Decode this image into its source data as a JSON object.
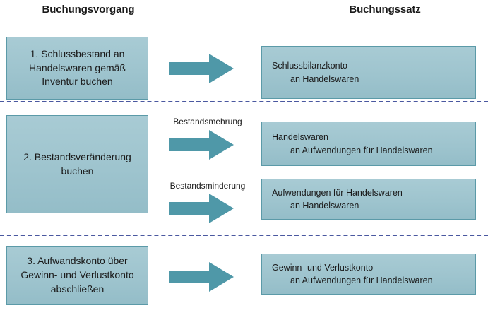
{
  "headers": {
    "left": "Buchungsvorgang",
    "right": "Buchungssatz"
  },
  "colors": {
    "box_fill": "#9ec4ce",
    "box_border": "#5b9aa8",
    "arrow_fill": "#4f98a8",
    "separator": "#4a58a0",
    "text": "#1a1a1a",
    "page_background": "#ffffff"
  },
  "rows": [
    {
      "id": "row-1",
      "process": {
        "lines": [
          "1. Schlussbestand an",
          "Handelswaren gemäß",
          "Inventur buchen"
        ]
      },
      "flows": [
        {
          "label": "",
          "entry": {
            "lines": [
              "Schlussbilanzkonto",
              "an Handelswaren"
            ]
          }
        }
      ]
    },
    {
      "id": "row-2",
      "process": {
        "lines": [
          "2. Bestandsveränderung",
          "buchen"
        ]
      },
      "flows": [
        {
          "label": "Bestandsmehrung",
          "entry": {
            "lines": [
              "Handelswaren",
              "an Aufwendungen für Handelswaren"
            ]
          }
        },
        {
          "label": "Bestandsminderung",
          "entry": {
            "lines": [
              "Aufwendungen für Handelswaren",
              "an Handelswaren"
            ]
          }
        }
      ]
    },
    {
      "id": "row-3",
      "process": {
        "lines": [
          "3. Aufwandskonto über",
          "Gewinn- und Verlustkonto",
          "abschließen"
        ]
      },
      "flows": [
        {
          "label": "",
          "entry": {
            "lines": [
              "Gewinn- und Verlustkonto",
              "an Aufwendungen für Handelswaren"
            ]
          }
        }
      ]
    }
  ],
  "separators": [
    {
      "id": "separator-1"
    },
    {
      "id": "separator-2"
    }
  ]
}
